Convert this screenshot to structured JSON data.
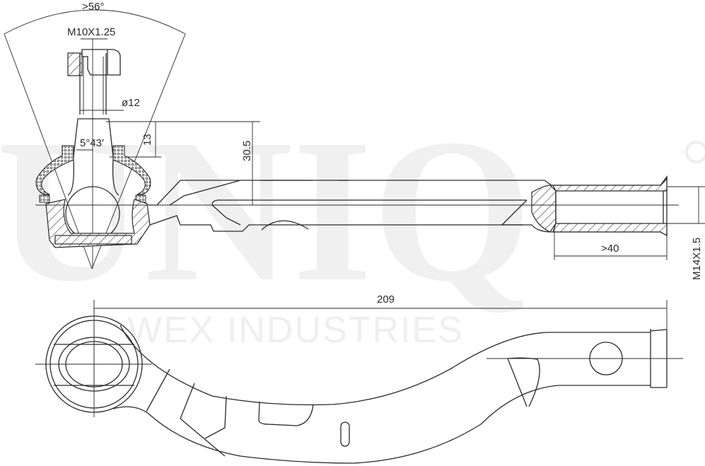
{
  "drawing": {
    "subject": "Tie rod end",
    "watermark": {
      "brand": "UNIQ",
      "registered_mark": "®",
      "tagline": "WEX INDUSTRIES"
    },
    "dimensions": {
      "cone_angle": ">56°",
      "thread_stud": "M10X1.25",
      "stud_diameter": "ø12",
      "taper_angle": "5°43′",
      "taper_height": "13",
      "stud_height": "30.5",
      "thread_depth": ">40",
      "thread_internal": "M14X1.5",
      "overall_length": "209"
    },
    "colors": {
      "line": "#2a2a2a",
      "watermark": "#f0f0f0",
      "background": "#ffffff"
    }
  }
}
